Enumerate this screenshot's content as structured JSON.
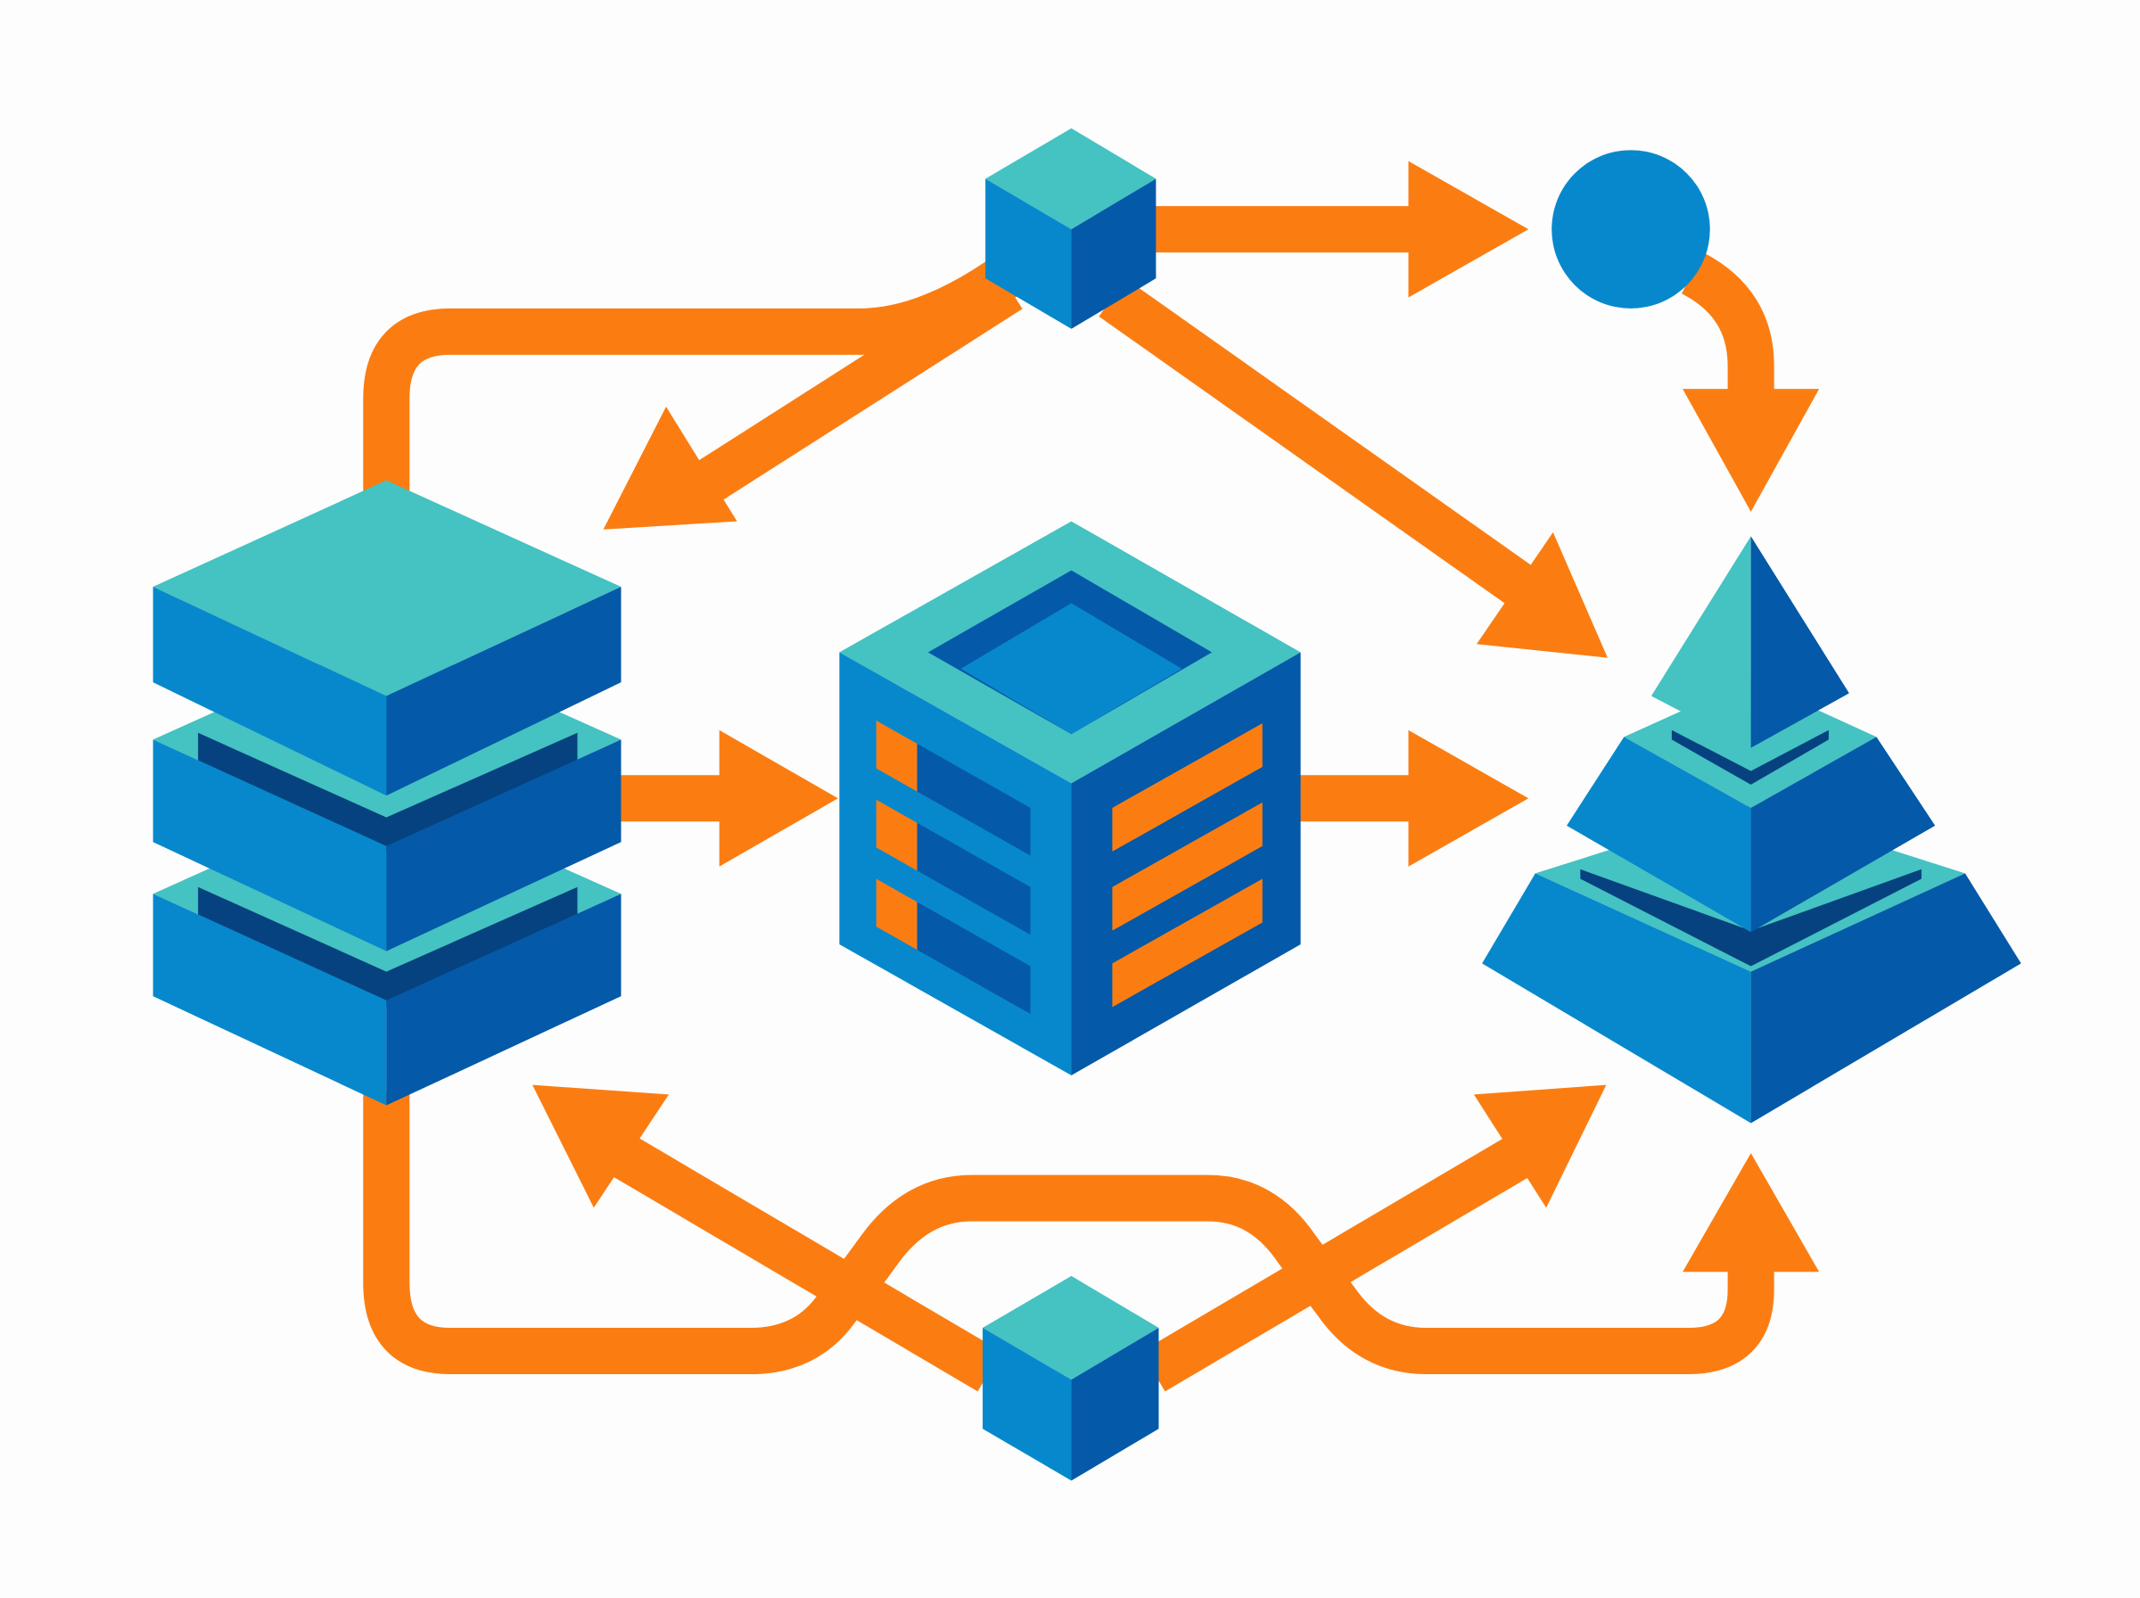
{
  "colors": {
    "background": "#fdfdfd",
    "arrow": "#fb7d12",
    "top_face": "#45c2c2",
    "left_face": "#0788cc",
    "right_face": "#0459a8",
    "gap_shadow": "#06427f",
    "circle": "#0788cc"
  },
  "nodes": [
    {
      "id": "top-cube",
      "shape": "cube-icon"
    },
    {
      "id": "circle-node",
      "shape": "circle-icon"
    },
    {
      "id": "stacked-layers",
      "shape": "layer-stack-icon"
    },
    {
      "id": "server-cube",
      "shape": "server-cube-icon"
    },
    {
      "id": "layered-pyramid",
      "shape": "pyramid-icon"
    },
    {
      "id": "bottom-cube",
      "shape": "cube-icon"
    }
  ],
  "connections": [
    {
      "from": "top-cube",
      "to": "circle-node"
    },
    {
      "from": "circle-node",
      "to": "layered-pyramid"
    },
    {
      "from": "top-cube",
      "to": "stacked-layers"
    },
    {
      "from": "top-cube",
      "to": "layered-pyramid"
    },
    {
      "from": "stacked-layers",
      "to": "server-cube"
    },
    {
      "from": "server-cube",
      "to": "layered-pyramid"
    },
    {
      "from": "bottom-cube",
      "to": "stacked-layers"
    },
    {
      "from": "bottom-cube",
      "to": "layered-pyramid"
    },
    {
      "from": "stacked-layers",
      "to": "layered-pyramid"
    }
  ]
}
